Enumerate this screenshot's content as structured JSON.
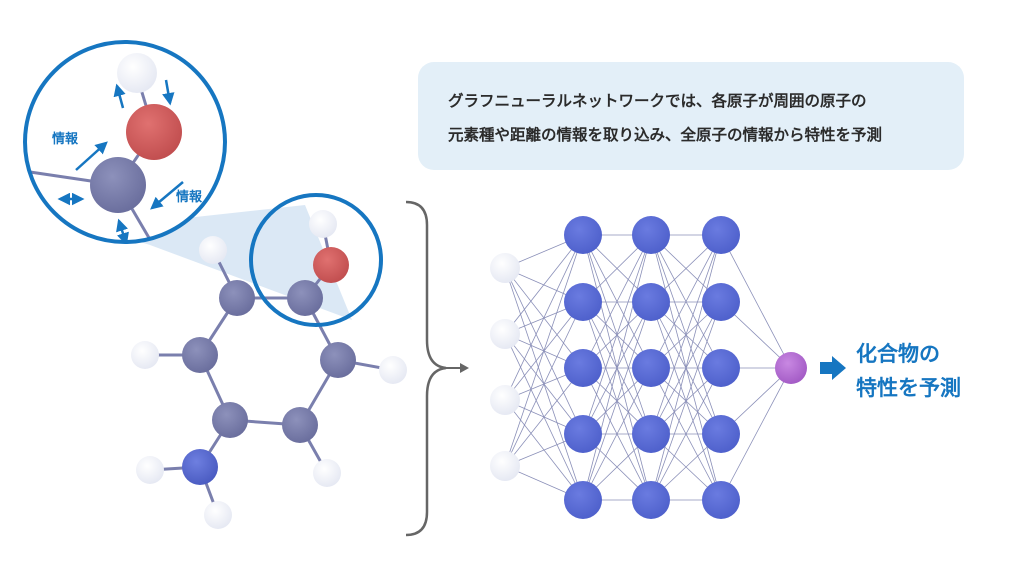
{
  "caption": {
    "line1": "グラフニューラルネットワークでは、各原子が周囲の原子の",
    "line2": "元素種や距離の情報を取り込み、全原子の情報から特性を予測"
  },
  "zoom": {
    "label_left": "情報",
    "label_right": "情報"
  },
  "result": {
    "line1": "化合物の",
    "line2": "特性を予測"
  },
  "network": {
    "layers": [
      4,
      5,
      5,
      5,
      1
    ]
  },
  "colors": {
    "accent_blue": "#1676c1",
    "carbon": "#7a7fad",
    "oxygen": "#d05f5e",
    "nitrogen": "#5a6bd0",
    "hydrogen": "#f2f4fa",
    "nn_hidden": "#5a6bd4",
    "nn_output": "#b56fd3",
    "caption_bg": "#e3eff8"
  }
}
